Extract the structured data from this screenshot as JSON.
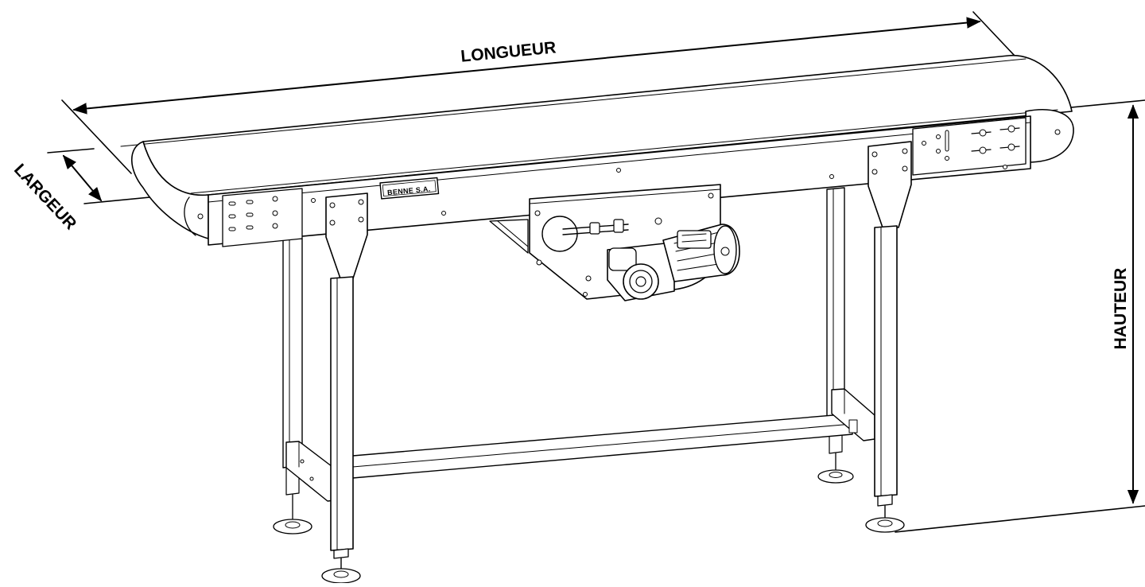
{
  "dimensions": {
    "length_label": "LONGUEUR",
    "width_label": "LARGEUR",
    "height_label": "HAUTEUR"
  },
  "brand_plate": {
    "text": "BENNE S.A."
  },
  "colors": {
    "line": "#000000",
    "background": "#ffffff"
  }
}
